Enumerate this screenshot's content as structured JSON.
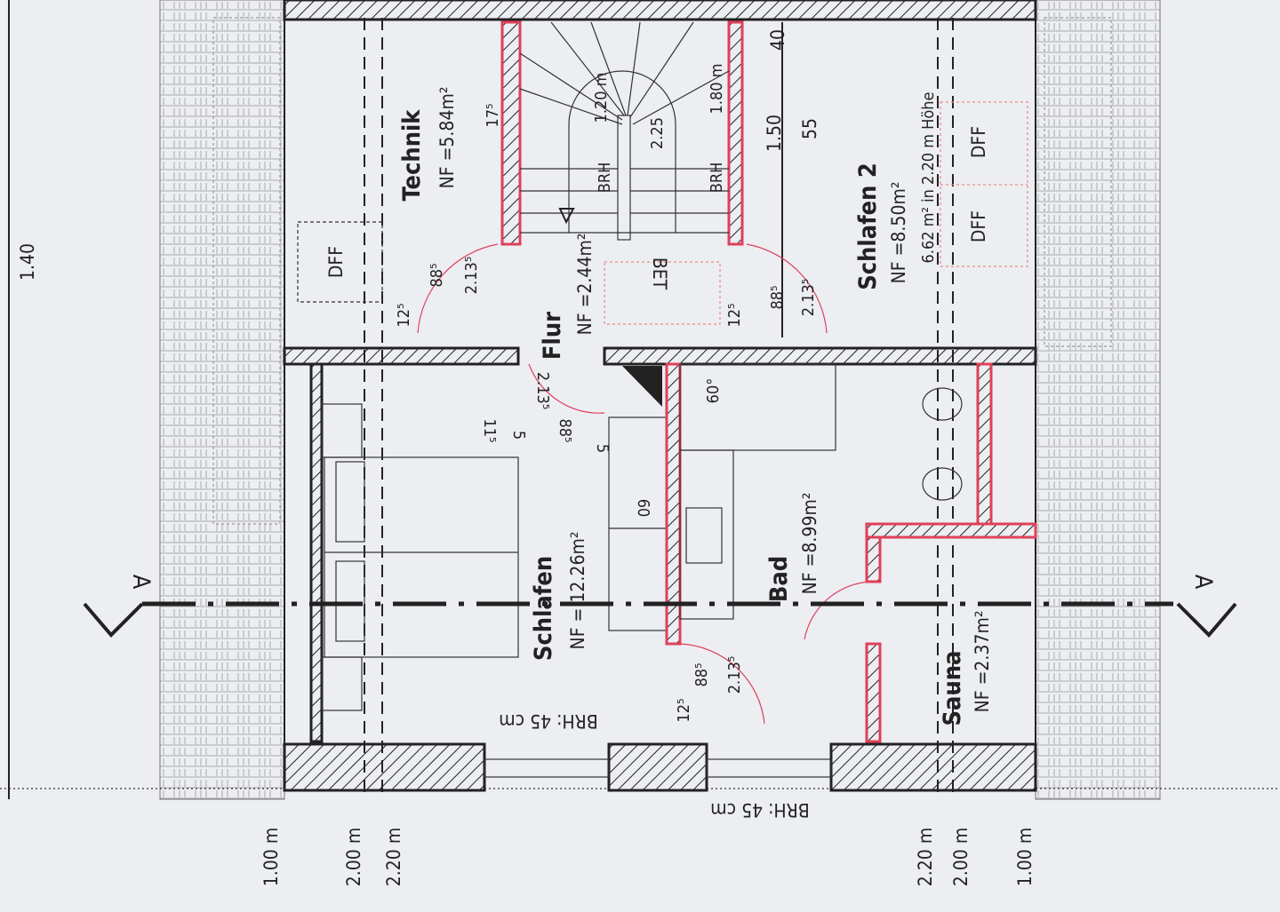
{
  "plan": {
    "rooms": {
      "technik": {
        "name": "Technik",
        "area": "NF =5.84m²"
      },
      "flur": {
        "name": "Flur",
        "area": "NF =2.44m²"
      },
      "schlafen2": {
        "name": "Schlafen 2",
        "area": "NF =8.50m²",
        "note": "6.62 m² in 2.20 m Höhe"
      },
      "schlafen": {
        "name": "Schlafen",
        "area": "NF = 12.26m²"
      },
      "bad": {
        "name": "Bad",
        "area": "NF =8.99m²"
      },
      "sauna": {
        "name": "Sauna",
        "area": "NF =2.37m²"
      }
    },
    "labels": {
      "dff": "DFF",
      "bet": "BET",
      "brh": "BRH",
      "brh45": "BRH: 45 cm",
      "section": "A"
    },
    "dimensions": {
      "d140": "1.40",
      "d120m": "1.20 m",
      "d225": "2.25",
      "d180m": "1.80 m",
      "d150": "1.50",
      "d55": "55",
      "d40": "40",
      "d60": "60",
      "d60deg": "60°",
      "d125": "12⁵",
      "d885": "88⁵",
      "d2135": "2.13⁵",
      "d175": "17⁵",
      "d115": "11⁵",
      "d5": "5"
    },
    "height_lines": [
      "1.00 m",
      "2.00 m",
      "2.20 m",
      "2.20 m",
      "2.00 m",
      "1.00 m"
    ]
  }
}
